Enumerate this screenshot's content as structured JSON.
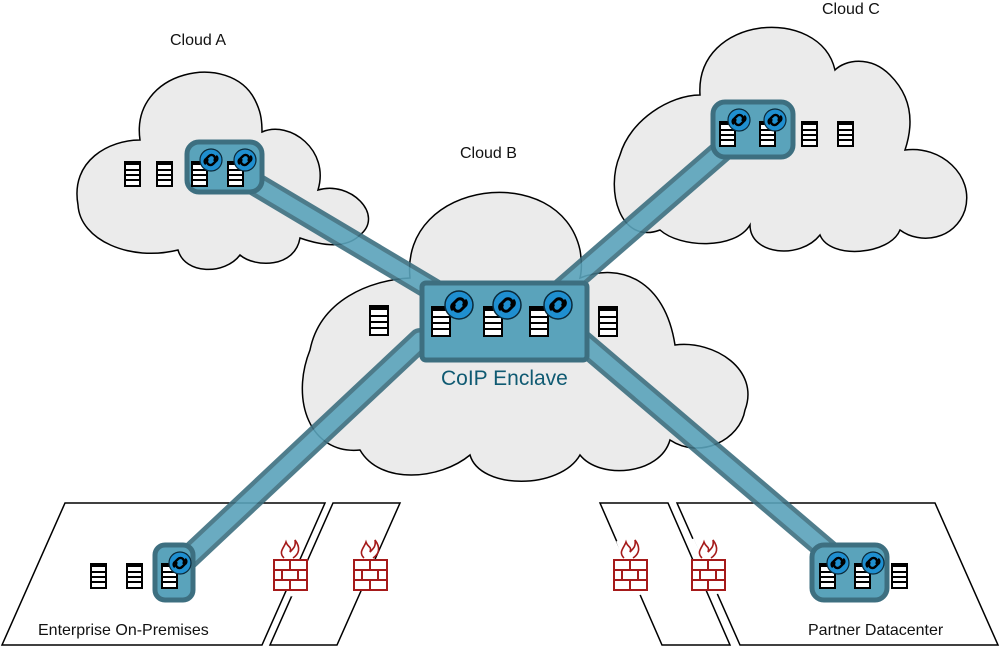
{
  "title": "CoIP Enclave network diagram",
  "colors": {
    "cloud_fill": "#ebebeb",
    "outline": "#000000",
    "tunnel_fill": "#4a98b0",
    "tunnel_edge": "#3d6f80",
    "link_badge": "#1f8fd0",
    "firewall": "#a51a1a",
    "enclave_text": "#0f5a72"
  },
  "clouds": [
    {
      "id": "cloud-a",
      "label": "Cloud A",
      "servers": 4,
      "enclave_servers": 2
    },
    {
      "id": "cloud-b",
      "label": "Cloud B",
      "servers": 5,
      "enclave_servers": 3
    },
    {
      "id": "cloud-c",
      "label": "Cloud C",
      "servers": 4,
      "enclave_servers": 2
    }
  ],
  "sites": [
    {
      "id": "enterprise",
      "label": "Enterprise On-Premises",
      "servers": 3,
      "enclave_servers": 1,
      "firewalls": 2
    },
    {
      "id": "partner",
      "label": "Partner Datacenter",
      "servers": 3,
      "enclave_servers": 2,
      "firewalls": 2
    }
  ],
  "enclave": {
    "label": "CoIP Enclave",
    "icon": "chain-link-icon"
  },
  "icons": {
    "server": "server-icon",
    "firewall": "firewall-icon",
    "link": "chain-link-icon"
  }
}
